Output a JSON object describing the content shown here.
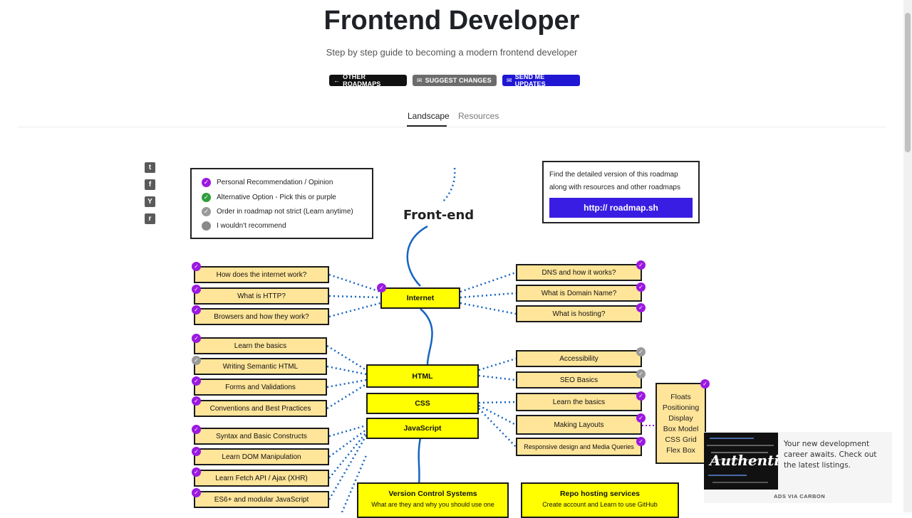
{
  "header": {
    "title": "Frontend Developer",
    "subtitle": "Step by step guide to becoming a modern frontend developer",
    "buttons": {
      "other_roadmaps": "OTHER ROADMAPS",
      "suggest_changes": "SUGGEST CHANGES",
      "send_updates": "SEND ME UPDATES"
    }
  },
  "tabs": {
    "landscape": "Landscape",
    "resources": "Resources"
  },
  "legend": {
    "items": [
      "Personal Recommendation / Opinion",
      "Alternative Option - Pick this or purple",
      "Order in roadmap not strict (Learn anytime)",
      "I wouldn't recommend"
    ]
  },
  "info": {
    "text": "Find the detailed version of this roadmap along with resources and other roadmaps",
    "link": "http:// roadmap.sh"
  },
  "roadmap": {
    "title": "Front-end",
    "main": {
      "internet": "Internet",
      "html": "HTML",
      "css": "CSS",
      "javascript": "JavaScript",
      "vcs_title": "Version Control Systems",
      "vcs_sub": "What are they and why you should use one",
      "repo_title": "Repo hosting services",
      "repo_sub": "Create account and Learn to use GitHub"
    },
    "internet_left": [
      "How does the internet work?",
      "What is HTTP?",
      "Browsers and how they work?"
    ],
    "internet_right": [
      "DNS and how it works?",
      "What is Domain Name?",
      "What is hosting?"
    ],
    "html_left": [
      "Learn the basics",
      "Writing Semantic HTML",
      "Forms and Validations",
      "Conventions and Best Practices"
    ],
    "html_right": [
      "Accessibility",
      "SEO Basics"
    ],
    "css_right": [
      "Learn the basics",
      "Making Layouts",
      "Responsive design and Media Queries"
    ],
    "layout_items": [
      "Floats",
      "Positioning",
      "Display",
      "Box Model",
      "CSS Grid",
      "Flex Box"
    ],
    "js_left": [
      "Syntax and Basic Constructs",
      "Learn DOM Manipulation",
      "Learn Fetch API / Ajax (XHR)",
      "ES6+ and modular JavaScript"
    ]
  },
  "ad": {
    "logo_text": "Authentic",
    "text": "Your new development career awaits. Check out the latest listings.",
    "label": "ADS VIA CARBON"
  },
  "colors": {
    "recommended": "#9b19e0",
    "alternative": "#2f9e3a",
    "order_not_strict": "#9a9a9a",
    "not_recommended": "#8a8a8a",
    "main_node": "#ffff00",
    "sub_node": "#ffe599",
    "link_button": "#3a1de2",
    "updates_button": "#1f17d4"
  }
}
